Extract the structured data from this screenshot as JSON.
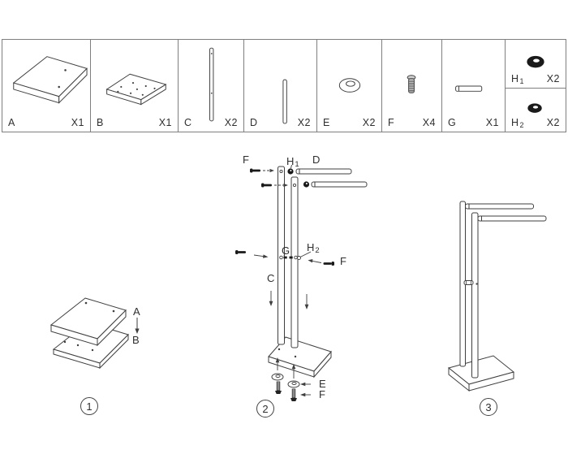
{
  "parts_table": {
    "cells": [
      {
        "name": "A",
        "sub": "",
        "qty": "X1"
      },
      {
        "name": "B",
        "sub": "",
        "qty": "X1"
      },
      {
        "name": "C",
        "sub": "",
        "qty": "X2"
      },
      {
        "name": "D",
        "sub": "",
        "qty": "X2"
      },
      {
        "name": "E",
        "sub": "",
        "qty": "X2"
      },
      {
        "name": "F",
        "sub": "",
        "qty": "X4"
      },
      {
        "name": "G",
        "sub": "",
        "qty": "X1"
      },
      {
        "name": "H",
        "sub": "1",
        "qty": "X2"
      },
      {
        "name": "H",
        "sub": "2",
        "qty": "X2"
      }
    ]
  },
  "steps": {
    "one": {
      "number": "1",
      "label_a": "A",
      "label_b": "B"
    },
    "two": {
      "number": "2",
      "label_f_top": "F",
      "label_h1_main": "H",
      "label_h1_sub": "1",
      "label_d": "D",
      "label_g": "G",
      "label_h2_main": "H",
      "label_h2_sub": "2",
      "label_f_right": "F",
      "label_c": "C",
      "label_e": "E",
      "label_f_bottom": "F"
    },
    "three": {
      "number": "3"
    }
  },
  "colors": {
    "line": "#3f3f3f",
    "black_fill": "#1a1a1a",
    "border": "#7f7f7f",
    "background": "#ffffff"
  }
}
